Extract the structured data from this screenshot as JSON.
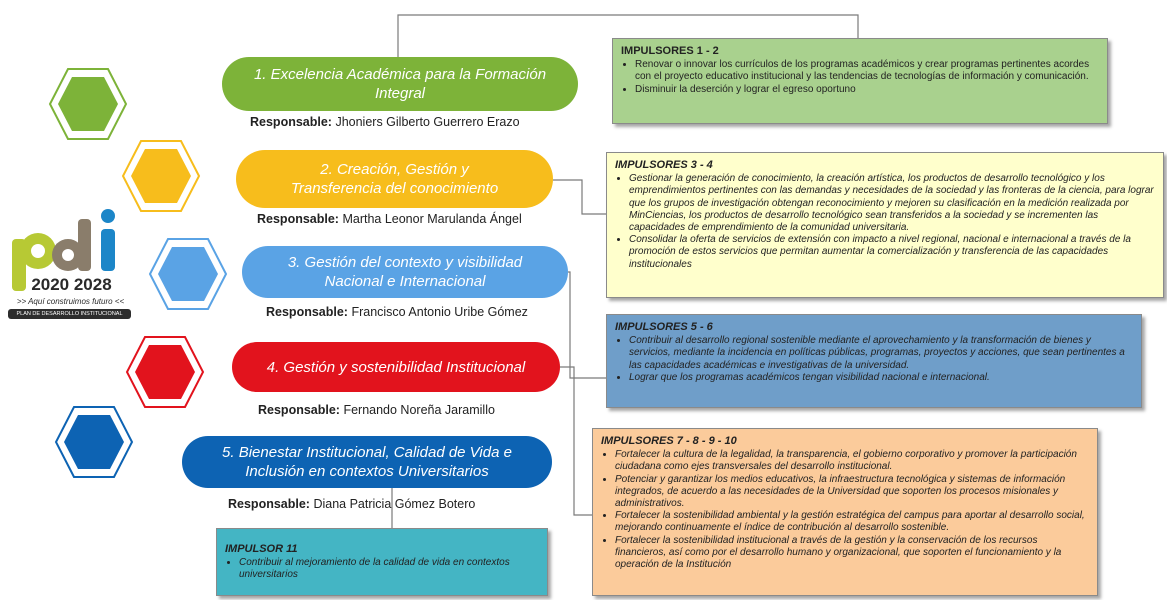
{
  "colors": {
    "green": "#7db339",
    "yellow": "#f7bd1c",
    "lightblue": "#5aa3e5",
    "red": "#e2131d",
    "darkblue": "#0d63b3",
    "box_green": "#a9d18e",
    "box_yellow": "#ffffcc",
    "box_blue": "#6f9ec9",
    "box_orange": "#fbcb9b",
    "box_teal": "#44b5c4"
  },
  "responsable_label": "Responsable:",
  "ejes": [
    {
      "title": "1. Excelencia Académica para la Formación Integral",
      "responsable": "Jhoniers Gilberto Guerrero Erazo"
    },
    {
      "title": "2. Creación, Gestión y Transferencia del conocimiento",
      "responsable": "Martha Leonor Marulanda Ángel"
    },
    {
      "title": "3. Gestión del contexto y visibilidad Nacional e Internacional",
      "responsable": "Francisco Antonio Uribe Gómez"
    },
    {
      "title": "4. Gestión y sostenibilidad Institucional",
      "responsable": "Fernando Noreña Jaramillo"
    },
    {
      "title": "5. Bienestar Institucional, Calidad de Vida e Inclusión en contextos Universitarios",
      "responsable": "Diana Patricia Gómez Botero"
    }
  ],
  "impulsores": [
    {
      "title": "IMPULSORES 1 - 2",
      "items": [
        "Renovar o innovar los currículos de los programas académicos y crear programas pertinentes acordes con el proyecto educativo institucional y las tendencias de tecnologías de información y comunicación.",
        "Disminuir la deserción y lograr el egreso oportuno"
      ]
    },
    {
      "title": "IMPULSORES 3 - 4",
      "items": [
        "Gestionar la generación de conocimiento, la creación artística, los productos de desarrollo tecnológico y los emprendimientos pertinentes con las demandas y necesidades de la sociedad y las fronteras de la ciencia, para lograr que los grupos de investigación obtengan reconocimiento y mejoren su clasificación en la medición realizada por MinCiencias, los productos de desarrollo tecnológico sean transferidos a la sociedad y se incrementen las capacidades de emprendimiento de la comunidad universitaria.",
        "Consolidar la oferta de servicios de extensión con impacto a nivel regional, nacional e internacional a través de la promoción de estos servicios que permitan aumentar la comercialización y transferencia de las capacidades institucionales"
      ]
    },
    {
      "title": "IMPULSORES 5 - 6",
      "items": [
        "Contribuir al desarrollo regional sostenible mediante el aprovechamiento y la transformación de bienes y servicios, mediante la incidencia en políticas públicas, programas, proyectos y acciones, que sean pertinentes a las capacidades académicas e investigativas de la universidad.",
        "Lograr que los programas académicos tengan visibilidad nacional e internacional."
      ]
    },
    {
      "title": "IMPULSORES 7 - 8 - 9 - 10",
      "items": [
        "Fortalecer la cultura de la legalidad, la transparencia, el gobierno corporativo y promover la participación ciudadana como ejes transversales del desarrollo institucional.",
        "Potenciar y garantizar los medios educativos, la infraestructura tecnológica y sistemas de información integrados, de acuerdo a las necesidades de la Universidad que soporten los procesos misionales y administrativos.",
        "Fortalecer la sostenibilidad ambiental y la gestión estratégica del campus para aportar al desarrollo social, mejorando continuamente el índice de contribución al desarrollo sostenible.",
        "Fortalecer la sostenibilidad institucional a través de la gestión y la conservación de los recursos financieros, así como por el desarrollo humano y organizacional, que soporten el funcionamiento y la operación de la Institución"
      ]
    },
    {
      "title": "IMPULSOR 11",
      "items": [
        "Contribuir al mejoramiento de la calidad de vida en contextos universitarios"
      ]
    }
  ],
  "logo": {
    "letters": "pdi",
    "years": "2020 2028",
    "tagline": ">> Aquí construimos futuro <<",
    "plan": "PLAN DE DESARROLLO INSTITUCIONAL"
  }
}
